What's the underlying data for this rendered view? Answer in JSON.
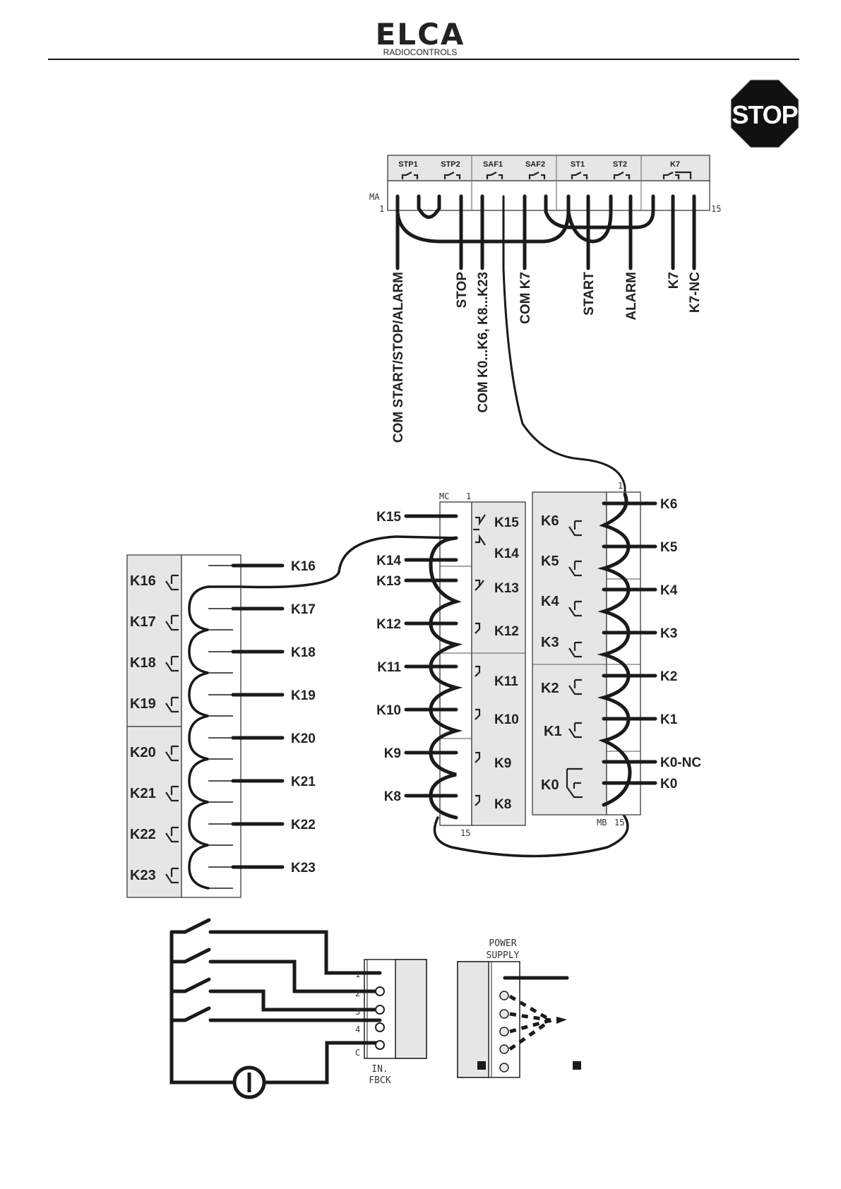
{
  "header": {
    "brand": "ELCA",
    "brand_sub": "RADIOCONTROLS"
  },
  "stop_sign": {
    "label": "STOP",
    "color": "#111111"
  },
  "ma_block": {
    "name": "MA",
    "first_pin": "1",
    "last_pin": "15",
    "header_labels": [
      "STP1",
      "STP2",
      "SAF1",
      "SAF2",
      "ST1",
      "ST2",
      "K7"
    ],
    "output_labels": [
      "COM START/STOP/ALARM",
      "STOP",
      "COM K0...K6, K8...K23",
      "COM K7",
      "START",
      "ALARM",
      "K7",
      "K7-NC"
    ]
  },
  "mc_block": {
    "name": "MC",
    "first_pin": "1",
    "last_pin": "15",
    "wire_labels": [
      "K15",
      "K14",
      "K13",
      "K12",
      "K11",
      "K10",
      "K9",
      "K8"
    ],
    "relay_labels": [
      "K15",
      "K14",
      "K13",
      "K12",
      "K11",
      "K10",
      "K9",
      "K8"
    ]
  },
  "mb_block": {
    "name": "MB",
    "first_pin": "1",
    "last_pin": "15",
    "relay_labels": [
      "K6",
      "K5",
      "K4",
      "K3",
      "K2",
      "K1",
      "K0"
    ],
    "wire_labels": [
      "K6",
      "K5",
      "K4",
      "K3",
      "K2",
      "K1",
      "K0-NC",
      "K0"
    ]
  },
  "left_block": {
    "relay_labels": [
      "K16",
      "K17",
      "K18",
      "K19",
      "K20",
      "K21",
      "K22",
      "K23"
    ],
    "wire_labels": [
      "K16",
      "K17",
      "K18",
      "K19",
      "K20",
      "K21",
      "K22",
      "K23"
    ]
  },
  "input_feedback": {
    "pins": [
      "1",
      "2",
      "3",
      "4",
      "C"
    ],
    "label_line1": "IN.",
    "label_line2": "FBCK"
  },
  "power_supply": {
    "label_line1": "POWER",
    "label_line2": "SUPPLY"
  }
}
